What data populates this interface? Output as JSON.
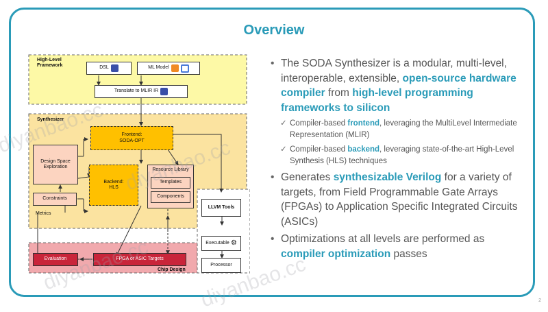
{
  "title": "Overview",
  "page_number": "2",
  "watermark": "diyanbao.cc",
  "diagram": {
    "high_level_framework": "High-Level Framework",
    "dsl": "DSL",
    "ml_model": "ML Model",
    "translate": "Translate to MLIR IR",
    "synthesizer": "Synthesizer",
    "frontend_line1": "Frontend:",
    "frontend_line2": "SODA-OPT",
    "dse_line1": "Design Space",
    "dse_line2": "Exploration",
    "backend_line1": "Backend:",
    "backend_line2": "HLS",
    "resource_library": "Resource Library",
    "templates": "Templates",
    "components": "Components",
    "constraints": "Constraints",
    "metrics": "Metrics",
    "llvm_tools": "LLVM Tools",
    "executable": "Executable",
    "processor": "Processor",
    "evaluation": "Evaluation",
    "targets": "FPGA or ASIC Targets",
    "chip_design": "Chip Design"
  },
  "bullets": {
    "b1": {
      "t1": "The SODA Synthesizer is a modular, multi-level, interoperable, extensible, ",
      "h1": "open-source hardware compiler",
      "t2": " from ",
      "h2": "high-level programming frameworks to silicon"
    },
    "s1": {
      "t1": "Compiler-based ",
      "h1": "frontend",
      "t2": ", leveraging the MultiLevel Intermediate Representation (MLIR)"
    },
    "s2": {
      "t1": "Compiler-based ",
      "h1": "backend",
      "t2": ", leveraging state-of-the-art High-Level Synthesis (HLS) techniques"
    },
    "b2": {
      "t1": "Generates ",
      "h1": "synthesizable Verilog",
      "t2": " for a variety of targets, from Field Programmable Gate Arrays (FPGAs) to Application Specific Integrated Circuits (ASICs)"
    },
    "b3": {
      "t1": "Optimizations at all levels are performed as ",
      "h1": "compiler optimization",
      "t2": " passes"
    }
  }
}
